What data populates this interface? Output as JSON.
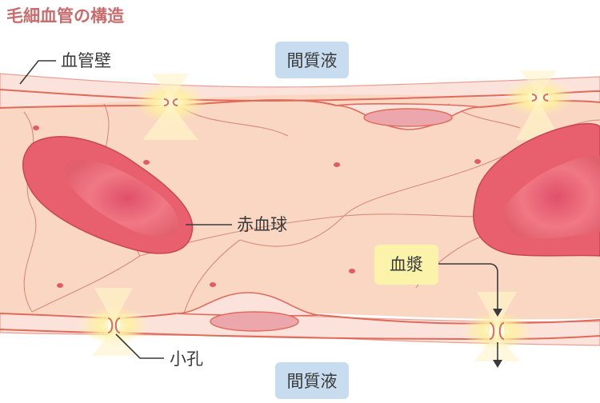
{
  "diagram": {
    "title": "毛細血管の構造",
    "labels": {
      "wall": "血管壁",
      "interstitial_top": "間質液",
      "interstitial_bottom": "間質液",
      "rbc": "赤血球",
      "plasma": "血漿",
      "pore": "小孔"
    },
    "colors": {
      "title": "#c86d6d",
      "wall_fill": "#fbe3dc",
      "wall_line": "#e06b5a",
      "lumen": "#f9d7c3",
      "rbc": "#e05a6a",
      "interstitial_box": "#c7dcef",
      "plasma_box": "#fbf3a9",
      "glow": "#fff3b0",
      "text": "#3a3a3a"
    }
  }
}
